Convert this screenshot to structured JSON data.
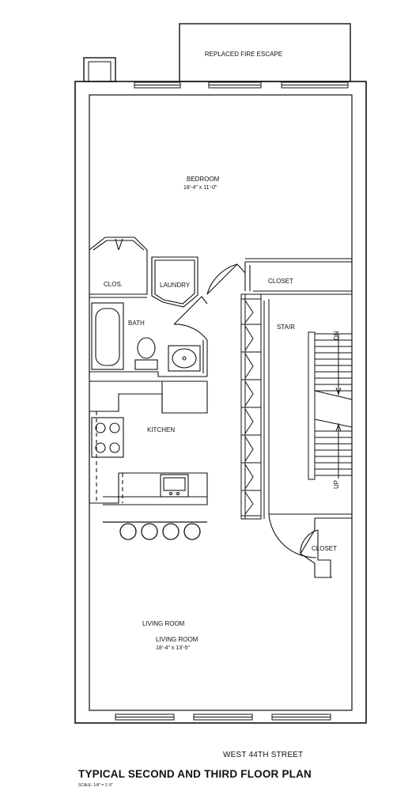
{
  "labels": {
    "fire_escape": "REPLACED FIRE ESCAPE",
    "bedroom": "BEDROOM",
    "bedroom_dim": "18'-4\" x 11'-0\"",
    "clos": "CLOS.",
    "laundry": "LAUNDRY",
    "closet_upper": "CLOSET",
    "bath": "BATH",
    "stair": "STAIR",
    "stair_dn": "DN",
    "stair_up": "UP",
    "kitchen": "KITCHEN",
    "closet_lower": "CLOSET",
    "living_room_1": "LIVING ROOM",
    "living_room_2": "LIVING ROOM",
    "living_dim": "18'-4\" x 13'-5\""
  },
  "footer": {
    "street": "WEST 44TH STREET",
    "title": "TYPICAL SECOND AND THIRD FLOOR PLAN",
    "scale": "SCALE: 1/4\" = 1'-0\""
  },
  "colors": {
    "line": "#111111",
    "background": "#ffffff"
  }
}
